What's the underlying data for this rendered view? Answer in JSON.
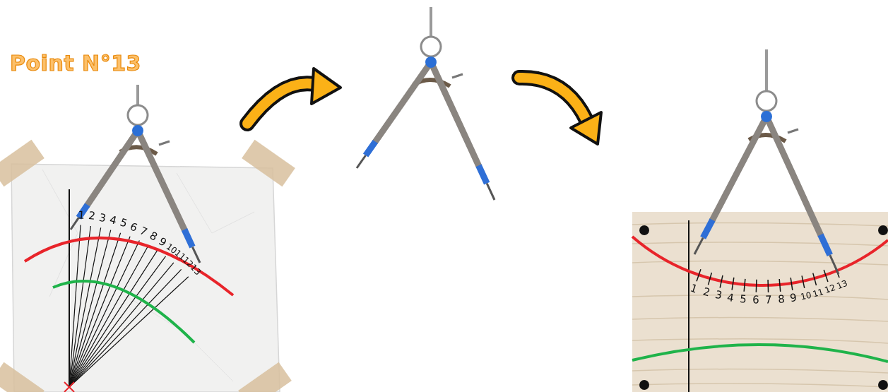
{
  "diagram": {
    "title": "Point N°13",
    "labels": [
      "1",
      "2",
      "3",
      "4",
      "5",
      "6",
      "7",
      "8",
      "9",
      "10",
      "11",
      "12",
      "13",
      "1",
      "2",
      "3",
      "4",
      "5",
      "6",
      "7",
      "8",
      "9",
      "10",
      "11",
      "12",
      "13"
    ]
  }
}
